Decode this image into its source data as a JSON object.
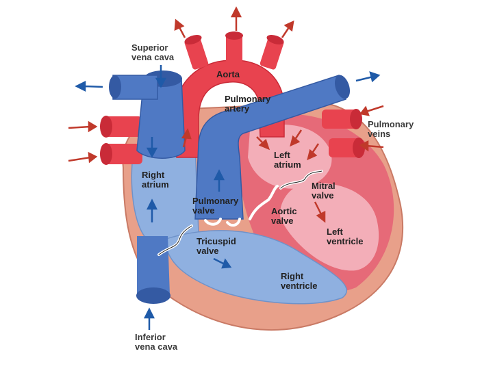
{
  "labels": {
    "superior_vena_cava": "Superior\nvena cava",
    "aorta": "Aorta",
    "pulmonary_artery": "Pulmonary\nartery",
    "pulmonary_veins": "Pulmonary\nveins",
    "left_atrium": "Left\natrium",
    "right_atrium": "Right\natrium",
    "mitral_valve": "Mitral\nvalve",
    "pulmonary_valve": "Pulmonary\nvalve",
    "aortic_valve": "Aortic\nvalve",
    "left_ventricle": "Left\nventricle",
    "tricuspid_valve": "Tricuspid\nvalve",
    "right_ventricle": "Right\nventricle",
    "inferior_vena_cava": "Inferior\nvena cava"
  },
  "colors": {
    "oxygenated": "#e8434f",
    "oxygenated_dark": "#c92b38",
    "deoxygenated": "#4f79c4",
    "deoxygenated_dark": "#345aa3",
    "chamber_blue": "#8fb0e0",
    "chamber_red": "#f0a0ab",
    "wall": "#e8a08a",
    "arrow_red": "#c0392b",
    "arrow_blue": "#1f5aa8"
  }
}
